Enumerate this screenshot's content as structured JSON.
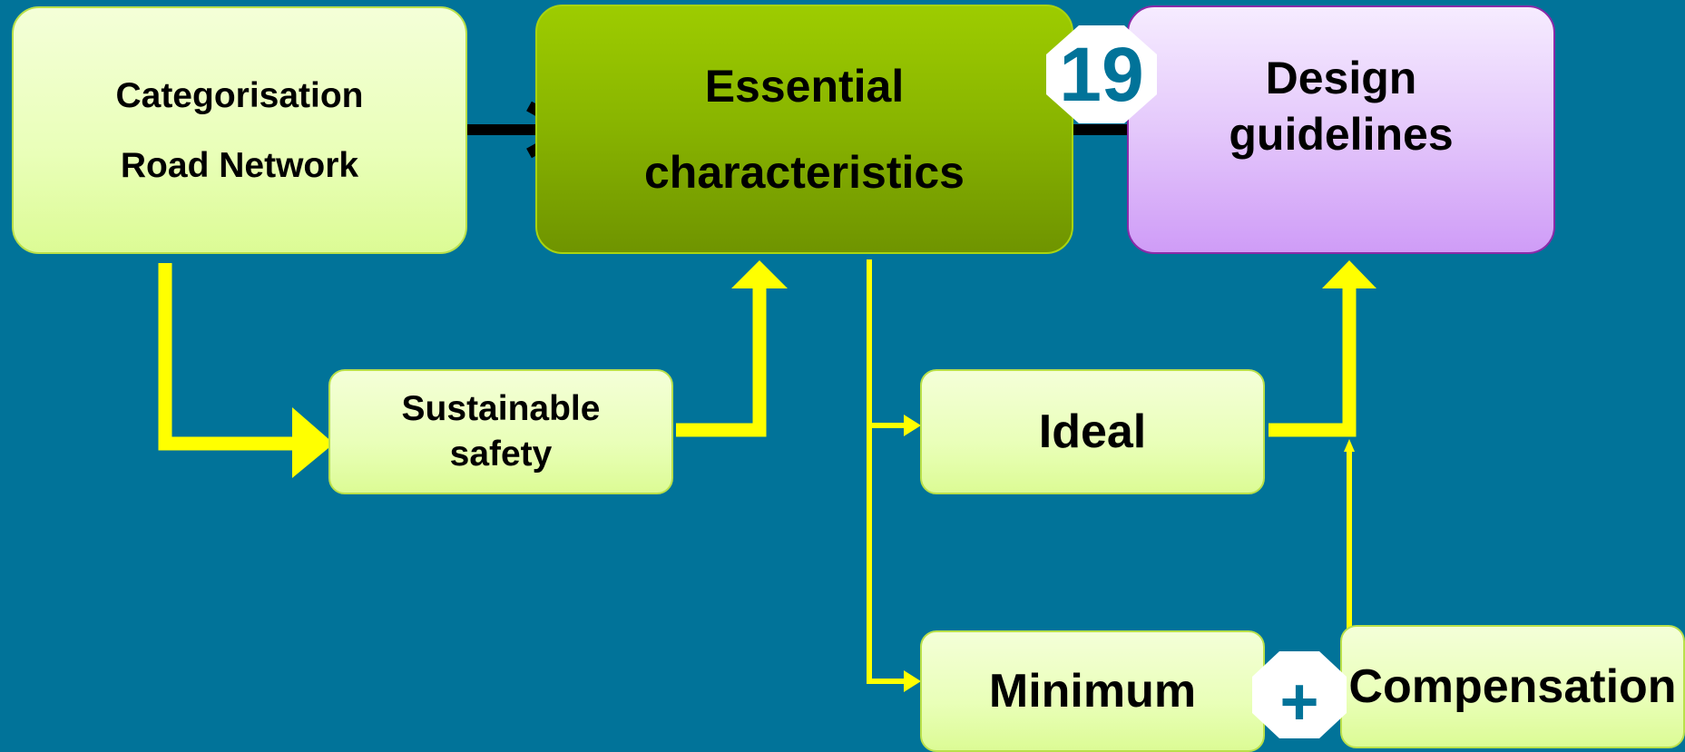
{
  "nodes": {
    "categorisation": "Categorisation\nRoad Network",
    "essential": "Essential\ncharacteristics",
    "design": "Design\nguidelines",
    "sustainable": "Sustainable\nsafety",
    "ideal": "Ideal",
    "minimum": "Minimum",
    "compensation": "Compensation"
  },
  "badges": {
    "number": "19",
    "plus": "+"
  },
  "colors": {
    "background": "#017399",
    "connector_yellow": "#ffff00",
    "arrow_black": "#000000",
    "badge_text": "#017399"
  }
}
